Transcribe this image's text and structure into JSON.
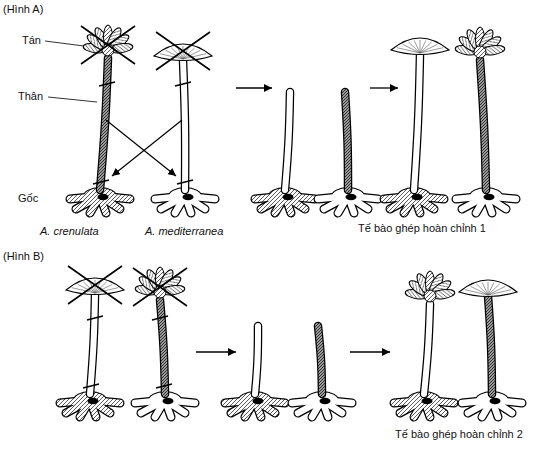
{
  "diagram": {
    "labels": [
      "(Hình A)",
      "Tán",
      "Thân",
      "Gốc",
      "A. crenulata",
      "A. mediterranea",
      "Tế bào ghép hoàn chỉnh 1",
      "(Hình B)",
      "Tế bào ghép hoàn chỉnh 2"
    ]
  }
}
